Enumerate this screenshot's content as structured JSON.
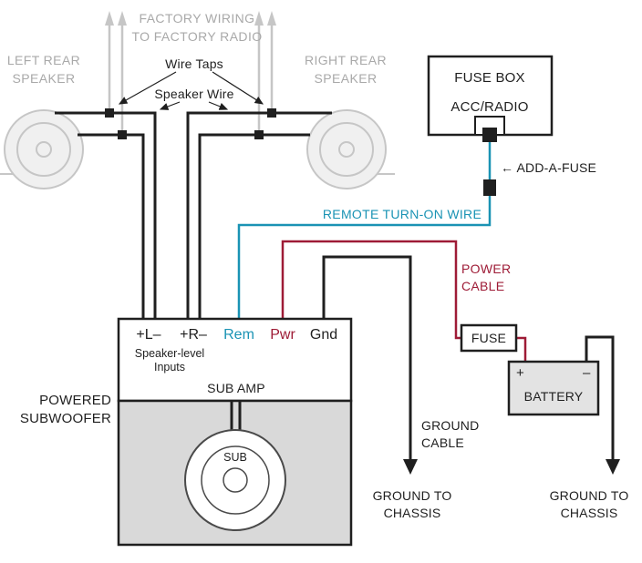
{
  "colors": {
    "gray_text": "#a9a9a9",
    "gray_line": "#c6c6c6",
    "teal": "#1a93b4",
    "maroon": "#9e1b36",
    "black": "#1f1f1f",
    "sub_fill": "#d9d9d9",
    "battery_fill": "#e3e3e3",
    "speaker_fill": "#f0f0f0"
  },
  "labels": {
    "factory_wiring_line1": "FACTORY WIRING",
    "factory_wiring_line2": "TO FACTORY RADIO",
    "left_speaker_line1": "LEFT REAR",
    "left_speaker_line2": "SPEAKER",
    "right_speaker_line1": "RIGHT REAR",
    "right_speaker_line2": "SPEAKER",
    "wire_taps": "Wire Taps",
    "speaker_wire": "Speaker Wire",
    "fuse_box": "FUSE BOX",
    "acc_radio": "ACC/RADIO",
    "add_a_fuse": "← ADD-A-FUSE",
    "remote_turn_on": "REMOTE TURN-ON WIRE",
    "power_cable_line1": "POWER",
    "power_cable_line2": "CABLE",
    "inline_fuse": "FUSE",
    "battery": "BATTERY",
    "battery_plus": "+",
    "battery_minus": "–",
    "ground_cable_line1": "GROUND",
    "ground_cable_line2": "CABLE",
    "ground_chassis_line1": "GROUND TO",
    "ground_chassis_line2": "CHASSIS",
    "powered_sub_line1": "POWERED",
    "powered_sub_line2": "SUBWOOFER",
    "sub": "SUB"
  },
  "amp": {
    "terminal_left": "+L–",
    "terminal_right": "+R–",
    "terminal_rem": "Rem",
    "terminal_pwr": "Pwr",
    "terminal_gnd": "Gnd",
    "inputs_line1": "Speaker-level",
    "inputs_line2": "Inputs",
    "name": "SUB AMP"
  }
}
